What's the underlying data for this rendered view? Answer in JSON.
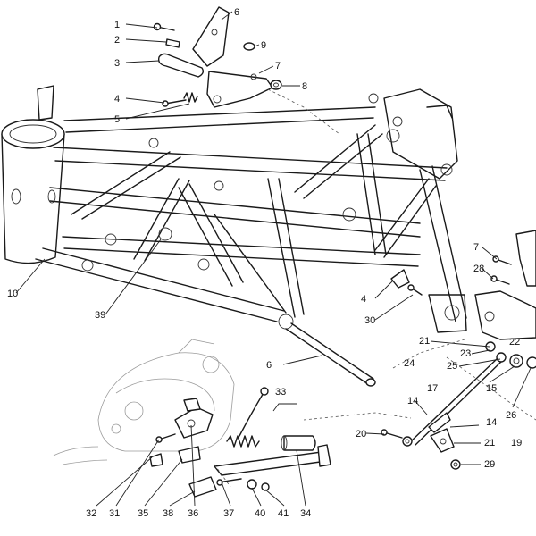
{
  "callouts": [
    {
      "label": "1"
    },
    {
      "label": "2"
    },
    {
      "label": "3"
    },
    {
      "label": "4"
    },
    {
      "label": "5"
    },
    {
      "label": "6"
    },
    {
      "label": "7"
    },
    {
      "label": "8"
    },
    {
      "label": "9"
    },
    {
      "label": "10"
    },
    {
      "label": "39"
    },
    {
      "label": "6"
    },
    {
      "label": "4"
    },
    {
      "label": "30"
    },
    {
      "label": "7"
    },
    {
      "label": "28"
    },
    {
      "label": "21"
    },
    {
      "label": "22"
    },
    {
      "label": "23"
    },
    {
      "label": "24"
    },
    {
      "label": "25"
    },
    {
      "label": "15"
    },
    {
      "label": "17"
    },
    {
      "label": "26"
    },
    {
      "label": "14"
    },
    {
      "label": "14"
    },
    {
      "label": "20"
    },
    {
      "label": "19"
    },
    {
      "label": "21"
    },
    {
      "label": "29"
    },
    {
      "label": "33"
    },
    {
      "label": "32"
    },
    {
      "label": "31"
    },
    {
      "label": "35"
    },
    {
      "label": "38"
    },
    {
      "label": "36"
    },
    {
      "label": "37"
    },
    {
      "label": "40"
    },
    {
      "label": "41"
    },
    {
      "label": "34"
    }
  ]
}
